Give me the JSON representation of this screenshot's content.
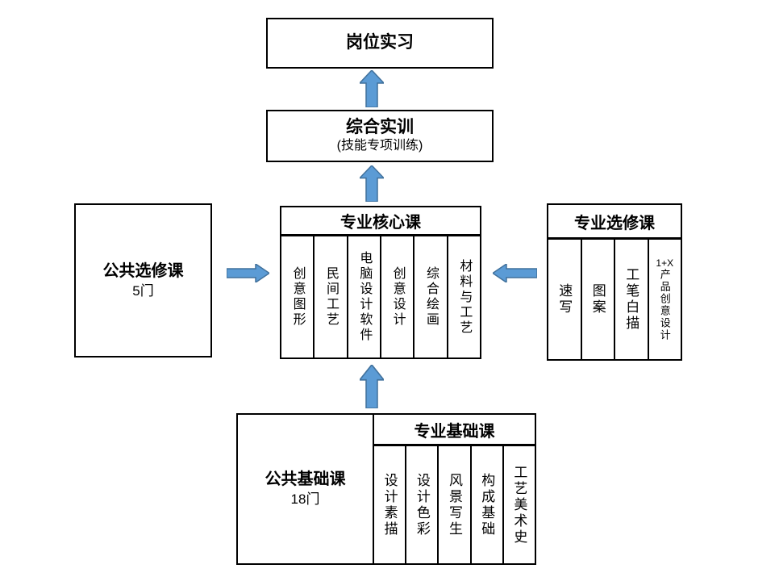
{
  "colors": {
    "arrow_fill": "#5B9BD5",
    "arrow_border": "#41719C",
    "box_border": "#000000",
    "background": "#FFFFFF",
    "text": "#000000"
  },
  "internship_box": {
    "label": "岗位实习"
  },
  "training_box": {
    "label": "综合实训",
    "sublabel": "(技能专项训练)"
  },
  "public_elective_box": {
    "label": "公共选修课",
    "count": "5门"
  },
  "core_table": {
    "header": "专业核心课",
    "columns": [
      "创意图形",
      "民间工艺",
      "电脑设计软件",
      "创意设计",
      "综合绘画",
      "材料与工艺"
    ]
  },
  "professional_elective_table": {
    "header": "专业选修课",
    "columns": [
      "速写",
      "图案",
      "工笔白描"
    ],
    "mixed_column": {
      "prefix": "1+X",
      "label": "产品创意设计"
    }
  },
  "foundation_section": {
    "public_box": {
      "label": "公共基础课",
      "count": "18门"
    },
    "table": {
      "header": "专业基础课",
      "columns": [
        "设计素描",
        "设计色彩",
        "风景写生",
        "构成基础",
        "工艺美术史"
      ]
    }
  }
}
